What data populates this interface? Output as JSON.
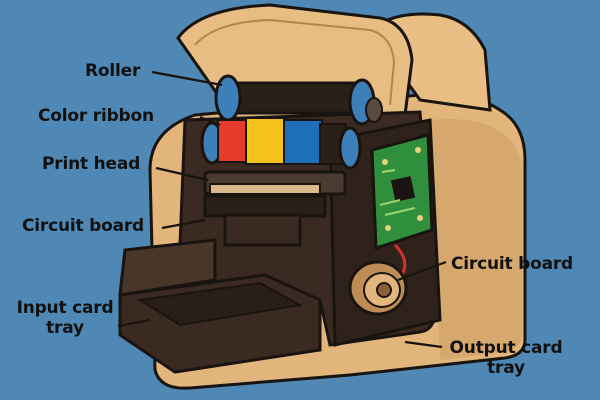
{
  "colors": {
    "background": "#4f88b4",
    "housing": "#e2b57c",
    "housing_dark": "#c08c55",
    "interior": "#3a2a22",
    "roller": "#2b2018",
    "roller_cap": "#3d7fb8",
    "ribbon_red": "#e53b2c",
    "ribbon_yellow": "#f5c21d",
    "ribbon_blue": "#1f6fb8",
    "pcb": "#2f8f3c",
    "outline": "#1a1410"
  },
  "labels": {
    "roller": "Roller",
    "color_ribbon": "Color ribbon",
    "print_head": "Print head",
    "circuit_board_left": "Circuit board",
    "circuit_board_right": "Circuit board",
    "input_tray_line1": "Input card",
    "input_tray_line2": "tray",
    "output_tray_line1": "Output card",
    "output_tray_line2": "tray"
  }
}
